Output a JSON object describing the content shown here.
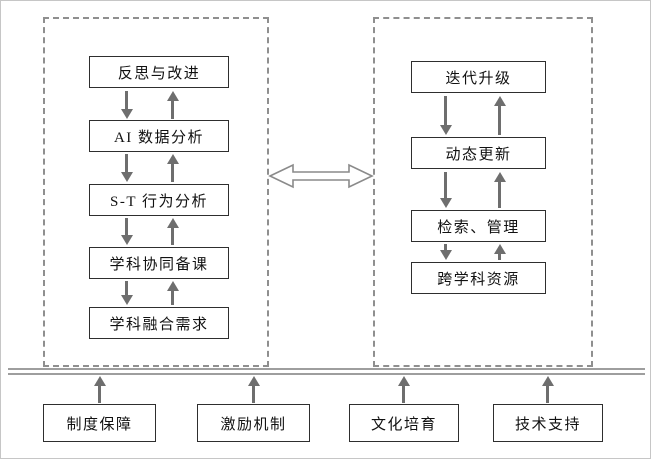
{
  "diagram": {
    "left_panel": {
      "nodes": [
        {
          "label": "反思与改进"
        },
        {
          "label": "AI 数据分析"
        },
        {
          "label": "S-T 行为分析"
        },
        {
          "label": "学科协同备课"
        },
        {
          "label": "学科融合需求"
        }
      ]
    },
    "right_panel": {
      "nodes": [
        {
          "label": "迭代升级"
        },
        {
          "label": "动态更新"
        },
        {
          "label": "检索、管理"
        },
        {
          "label": "跨学科资源"
        }
      ]
    },
    "support_row": {
      "nodes": [
        {
          "label": "制度保障"
        },
        {
          "label": "激励机制"
        },
        {
          "label": "文化培育"
        },
        {
          "label": "技术支持"
        }
      ]
    },
    "colors": {
      "node_border": "#2e2e2e",
      "dashed_border": "#8f8f8f",
      "arrow": "#6e6e6e",
      "bus_line": "#9e9e9e"
    }
  }
}
